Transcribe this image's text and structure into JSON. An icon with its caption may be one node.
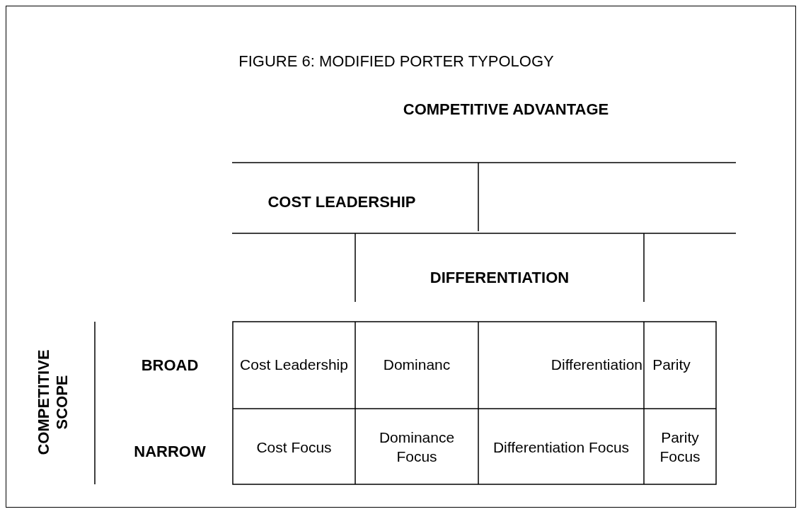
{
  "diagram": {
    "title": "FIGURE 6: MODIFIED PORTER TYPOLOGY",
    "labels": [
      "COMPETITIVE ADVANTAGE",
      "COST LEADERSHIP",
      "DIFFERENTIATION",
      "COMPETITIVE SCOPE",
      "BROAD",
      "Cost Leadership",
      "Dominanc",
      "Differentiation",
      "Parity",
      "NARROW",
      "Cost Focus",
      "Dominance Focus",
      "Differentiation Focus",
      "Parity Focus"
    ]
  }
}
